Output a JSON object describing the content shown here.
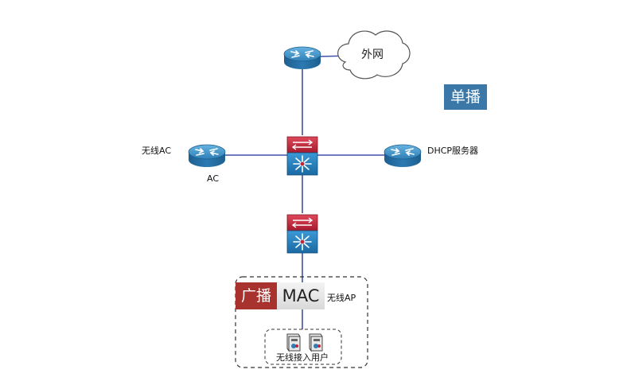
{
  "labels": {
    "internet": "外网",
    "wireless_ac_title": "无线AC",
    "ac": "AC",
    "dhcp_server": "DHCP服务器",
    "wireless_ap": "无线AP",
    "wireless_users": "无线接入用户"
  },
  "badges": {
    "unicast": "单播",
    "broadcast": "广播",
    "mac": "MAC"
  },
  "colors": {
    "router_blue": "#2f7fb7",
    "switch_red": "#c0253a",
    "switch_blue": "#2a86c0",
    "link": "#3f51a8",
    "unicast_badge": "#3b78a8",
    "broadcast_badge": "#a8322e"
  }
}
